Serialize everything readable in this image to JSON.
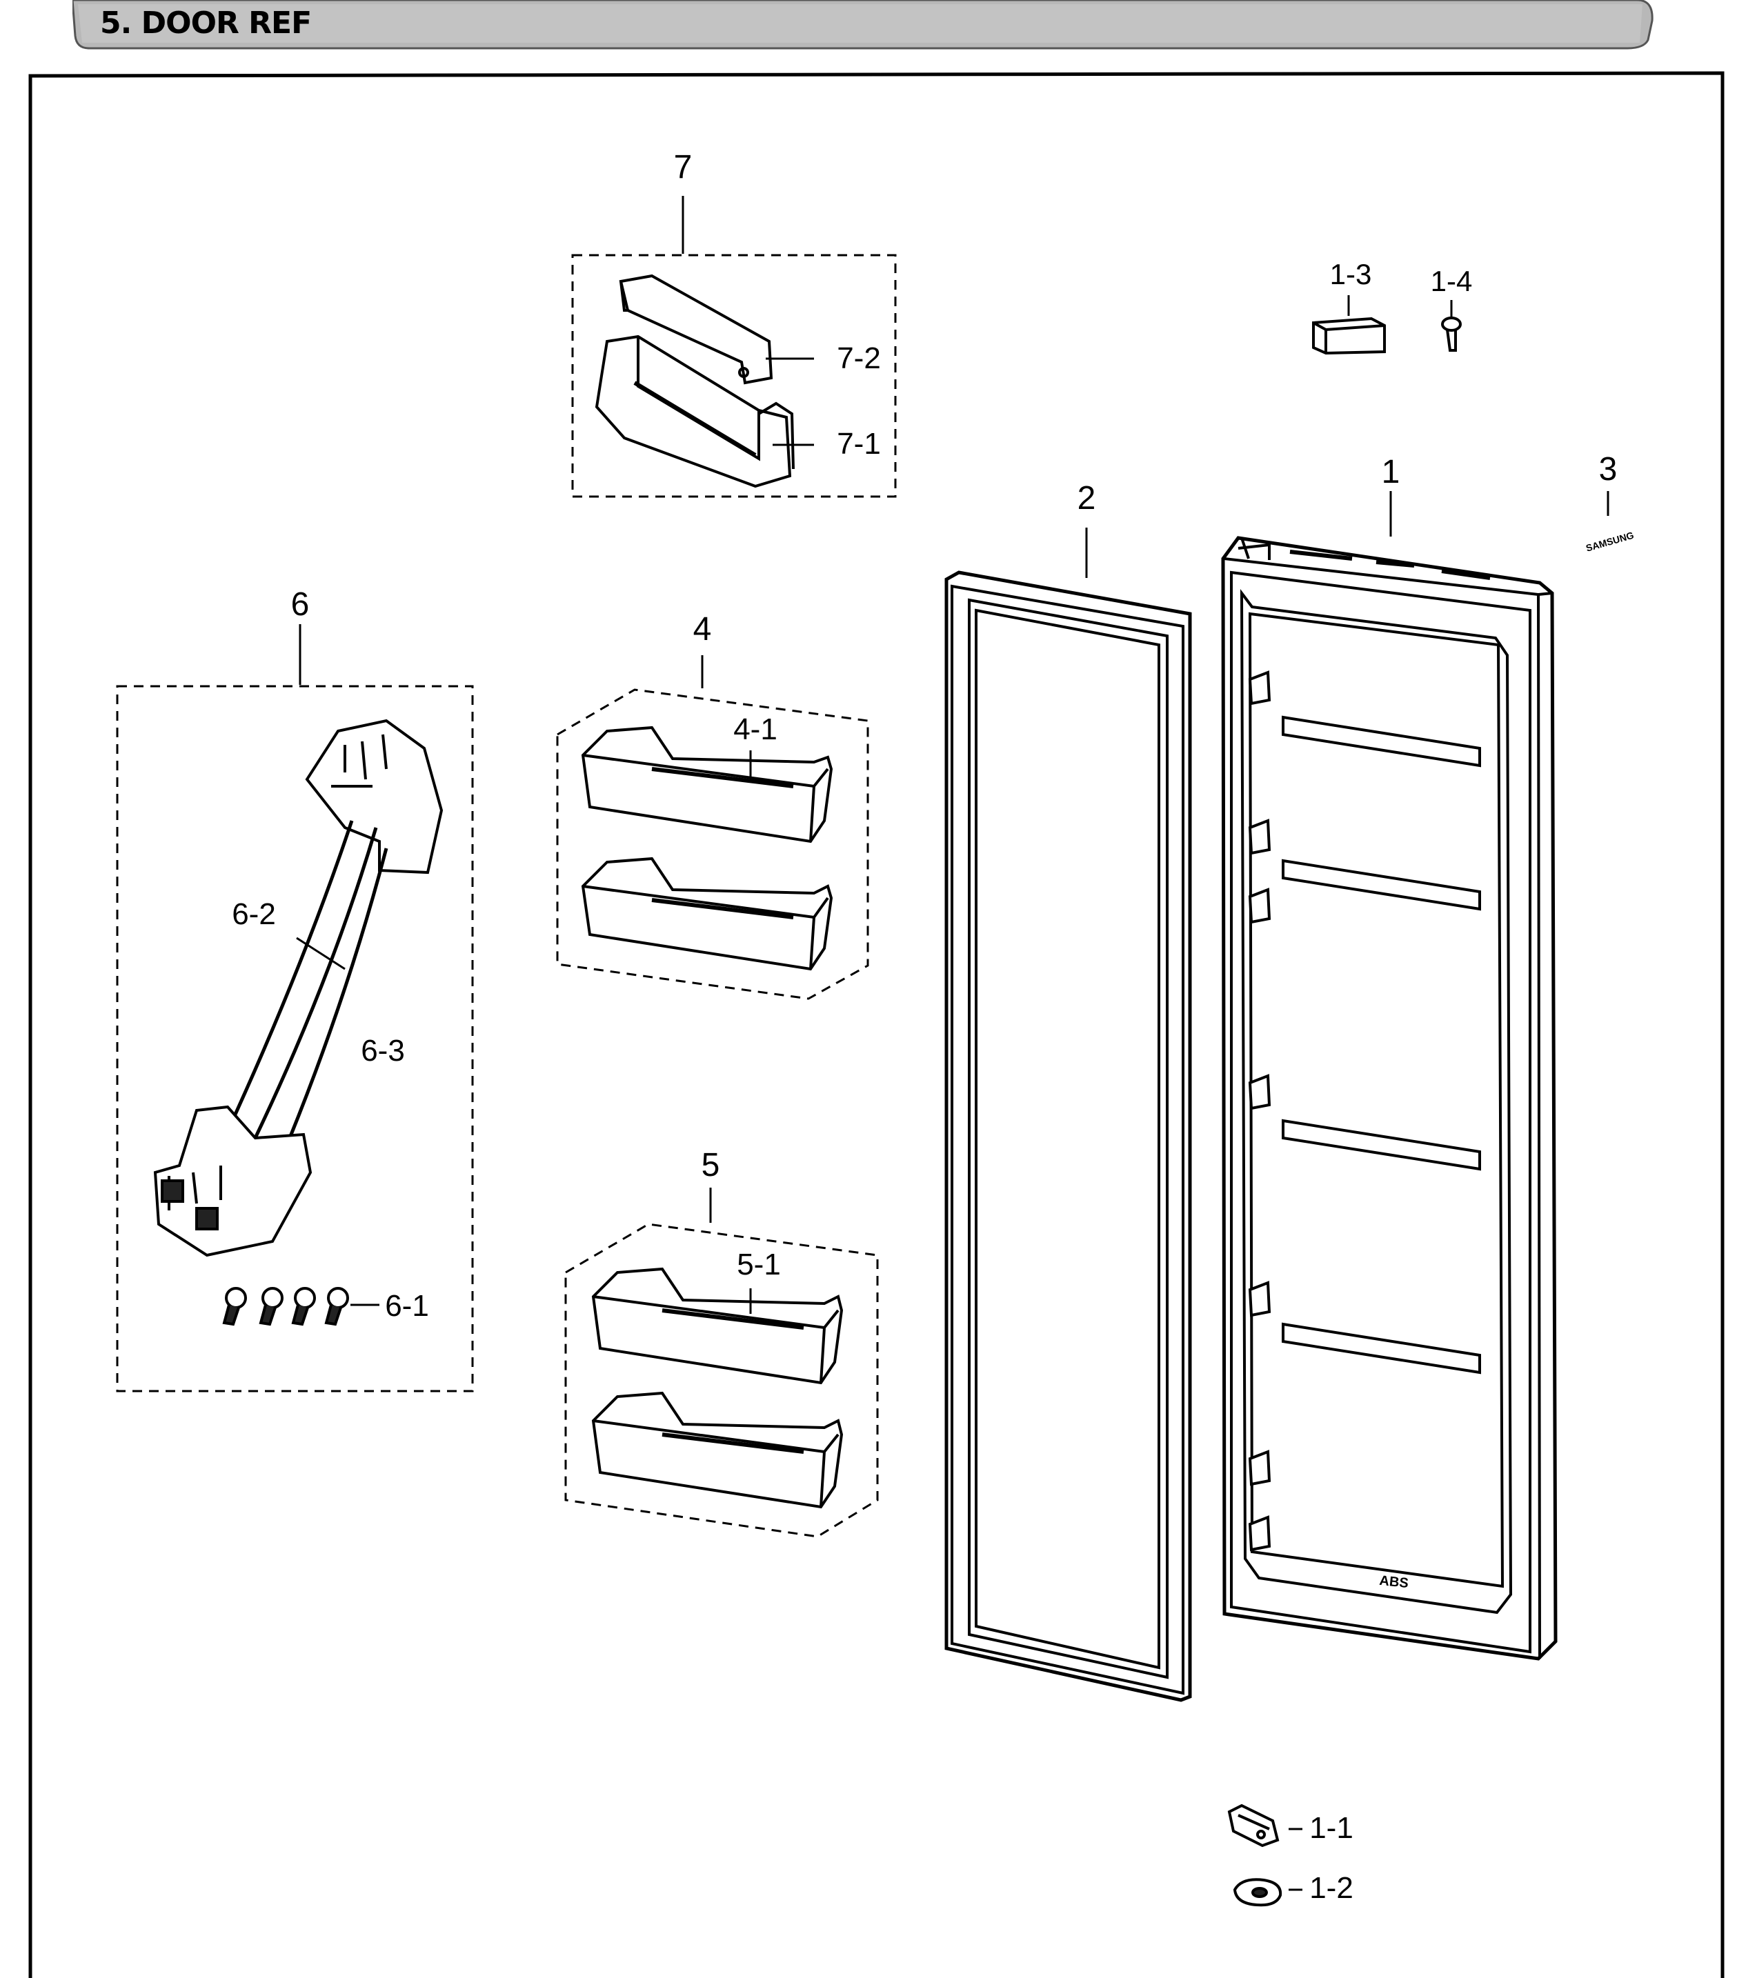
{
  "header": {
    "title": "5. DOOR REF"
  },
  "labels": {
    "l1": "1",
    "l1_1": "1-1",
    "l1_2": "1-2",
    "l1_3": "1-3",
    "l1_4": "1-4",
    "l2": "2",
    "l3": "3",
    "l4": "4",
    "l4_1": "4-1",
    "l5": "5",
    "l5_1": "5-1",
    "l6": "6",
    "l6_1": "6-1",
    "l6_2": "6-2",
    "l6_3": "6-3",
    "l7": "7",
    "l7_1": "7-1",
    "l7_2": "7-2"
  },
  "markings": {
    "brand": "SAMSUNG",
    "material": "ABS"
  }
}
